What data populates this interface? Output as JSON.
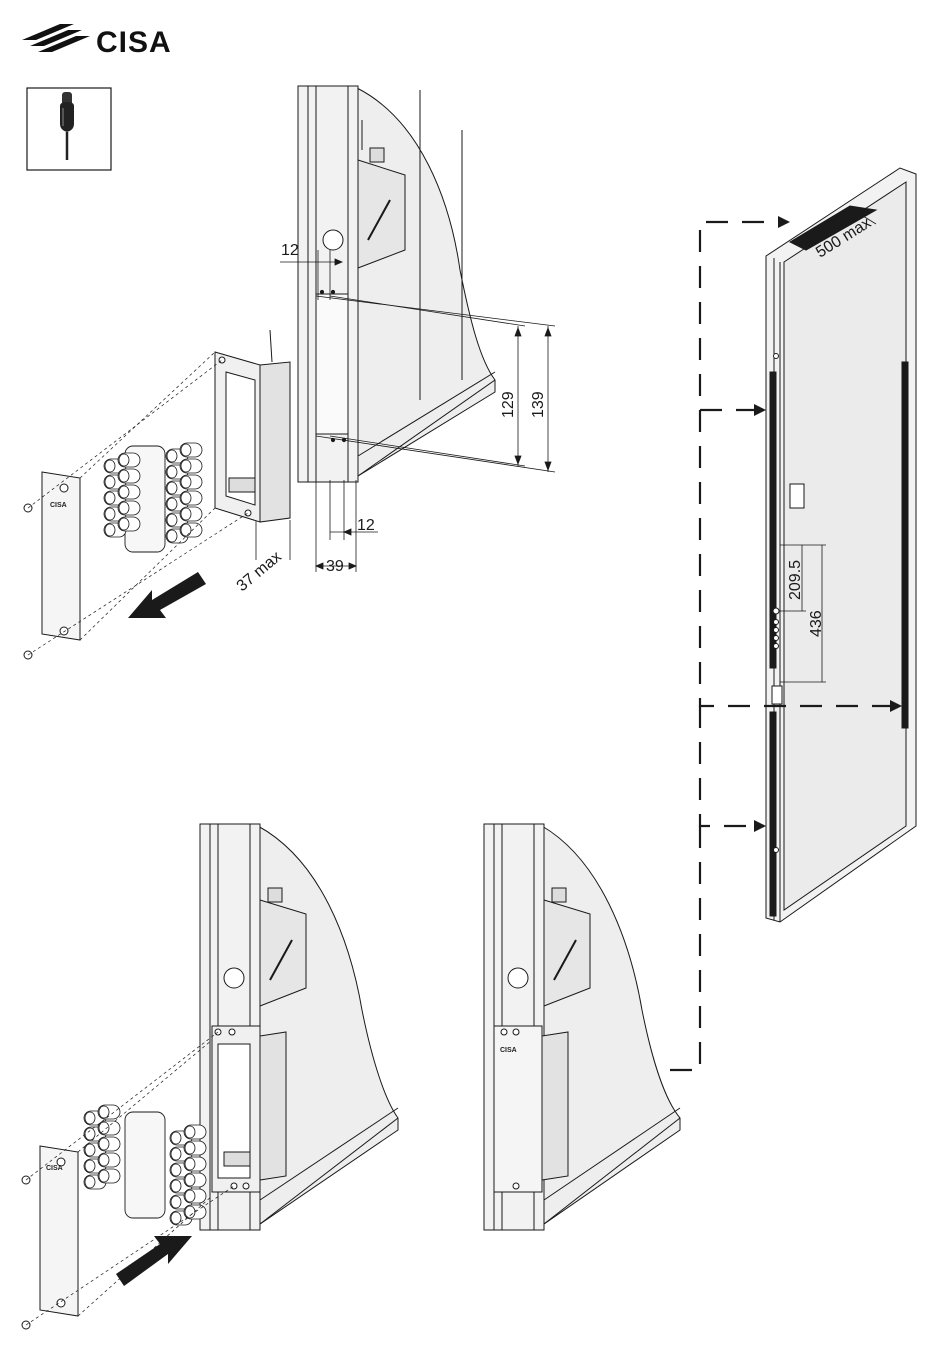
{
  "logo": {
    "text": "CISA"
  },
  "tool": {
    "icon": "screwdriver-icon"
  },
  "dimensions": {
    "d12_top": "12",
    "d129": "129",
    "d139": "139",
    "d12_bottom": "12",
    "d39": "39",
    "d37": "37 max",
    "d500": "500 max",
    "d209": "209.5",
    "d436": "436"
  },
  "plate_brand": "CISA",
  "colors": {
    "line": "#1a1a1a",
    "door_fill": "#f2f2f2",
    "glass_fill": "#eeeeee",
    "battery_fill": "#ffffff"
  }
}
